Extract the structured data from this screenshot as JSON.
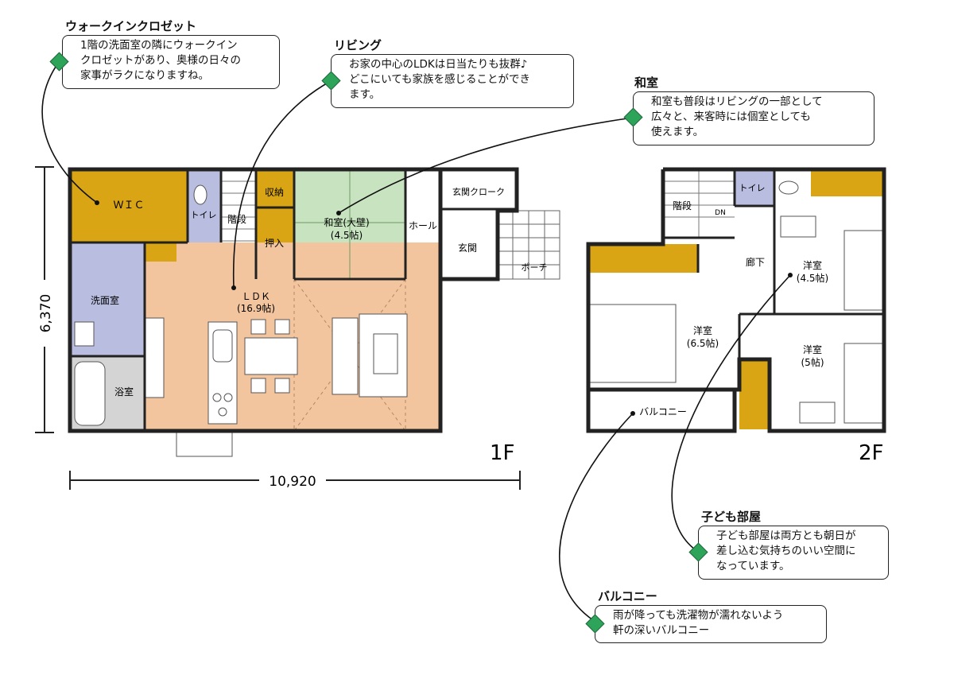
{
  "floors": {
    "first": "1F",
    "second": "2F"
  },
  "dimensions": {
    "height": "6,370",
    "width": "10,920"
  },
  "rooms_1f": {
    "wic": "ＷＩＣ",
    "toilet": "トイレ",
    "stairs": "階段",
    "storage": "収納",
    "oshiire": "押入",
    "washroom": "洗面室",
    "bathroom": "浴室",
    "ldk": "ＬＤＫ",
    "ldk_size": "(16.9帖)",
    "washitsu": "和室(大壁)",
    "washitsu_size": "(4.5帖)",
    "hall": "ホール",
    "genkan_closet": "玄関クローク",
    "genkan": "玄関",
    "porch": "ポーチ"
  },
  "rooms_2f": {
    "stairs": "階段",
    "dn": "DN",
    "toilet": "トイレ",
    "corridor": "廊下",
    "youshitsu_a": "洋室",
    "youshitsu_a_size": "(6.5帖)",
    "youshitsu_b": "洋室",
    "youshitsu_b_size": "(4.5帖)",
    "youshitsu_c": "洋室",
    "youshitsu_c_size": "(5帖)",
    "balcony": "バルコニー"
  },
  "callouts": {
    "wic": {
      "title": "ウォークインクロゼット",
      "text": "1階の洗面室の隣にウォークイン\nクロゼットがあり、奥様の日々の\n家事がラクになりますね。"
    },
    "living": {
      "title": "リビング",
      "text": "お家の中心のLDKは日当たりも抜群♪\nどこにいても家族を感じることができ\nます。"
    },
    "washitsu": {
      "title": "和室",
      "text": "和室も普段はリビングの一部として\n広々と、来客時には個室としても\n使えます。"
    },
    "kids": {
      "title": "子ども部屋",
      "text": "子ども部屋は両方とも朝日が\n差し込む気持ちのいい空間に\nなっています。"
    },
    "balcony": {
      "title": "バルコニー",
      "text": "雨が降っても洗濯物が濡れないよう\n軒の深いバルコニー"
    }
  },
  "colors": {
    "accent": "#2ea35a",
    "storage": "#d9a514",
    "ldk": "#f2c59e",
    "washitsu": "#c7e3bf",
    "wet": "#b9bde0",
    "wall": "#222222"
  }
}
